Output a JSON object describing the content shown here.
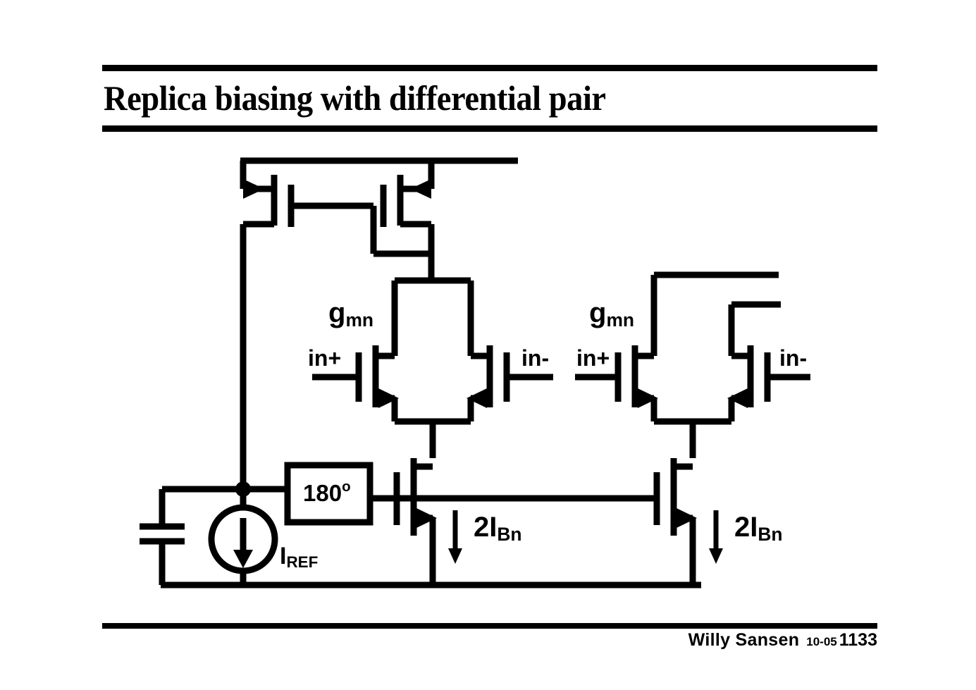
{
  "slide": {
    "title": "Replica biasing with differential pair",
    "footer": {
      "author": "Willy Sansen",
      "date": "10-05",
      "page": "1133"
    },
    "colors": {
      "ink": "#000000",
      "background": "#ffffff"
    }
  },
  "circuit": {
    "labels": {
      "gm_left": {
        "base": "g",
        "sub": "mn"
      },
      "gm_right": {
        "base": "g",
        "sub": "mn"
      },
      "in_plus_left": "in+",
      "in_minus_left": "in-",
      "in_plus_right": "in+",
      "in_minus_right": "in-",
      "phase_block": {
        "value": "180",
        "unit": "o"
      },
      "iref": {
        "base": "I",
        "sub": "REF"
      },
      "tail_current_left": {
        "base": "2I",
        "sub": "Bn"
      },
      "tail_current_right": {
        "base": "2I",
        "sub": "Bn"
      }
    },
    "components": [
      "pmos-mirror-left",
      "pmos-mirror-right",
      "nmos-diffpair-left-in-plus",
      "nmos-diffpair-left-in-minus",
      "nmos-diffpair-right-in-plus",
      "nmos-diffpair-right-in-minus",
      "nmos-tail-left",
      "nmos-tail-right",
      "current-source-iref",
      "capacitor-decoupling",
      "phase-shift-block-180"
    ]
  }
}
